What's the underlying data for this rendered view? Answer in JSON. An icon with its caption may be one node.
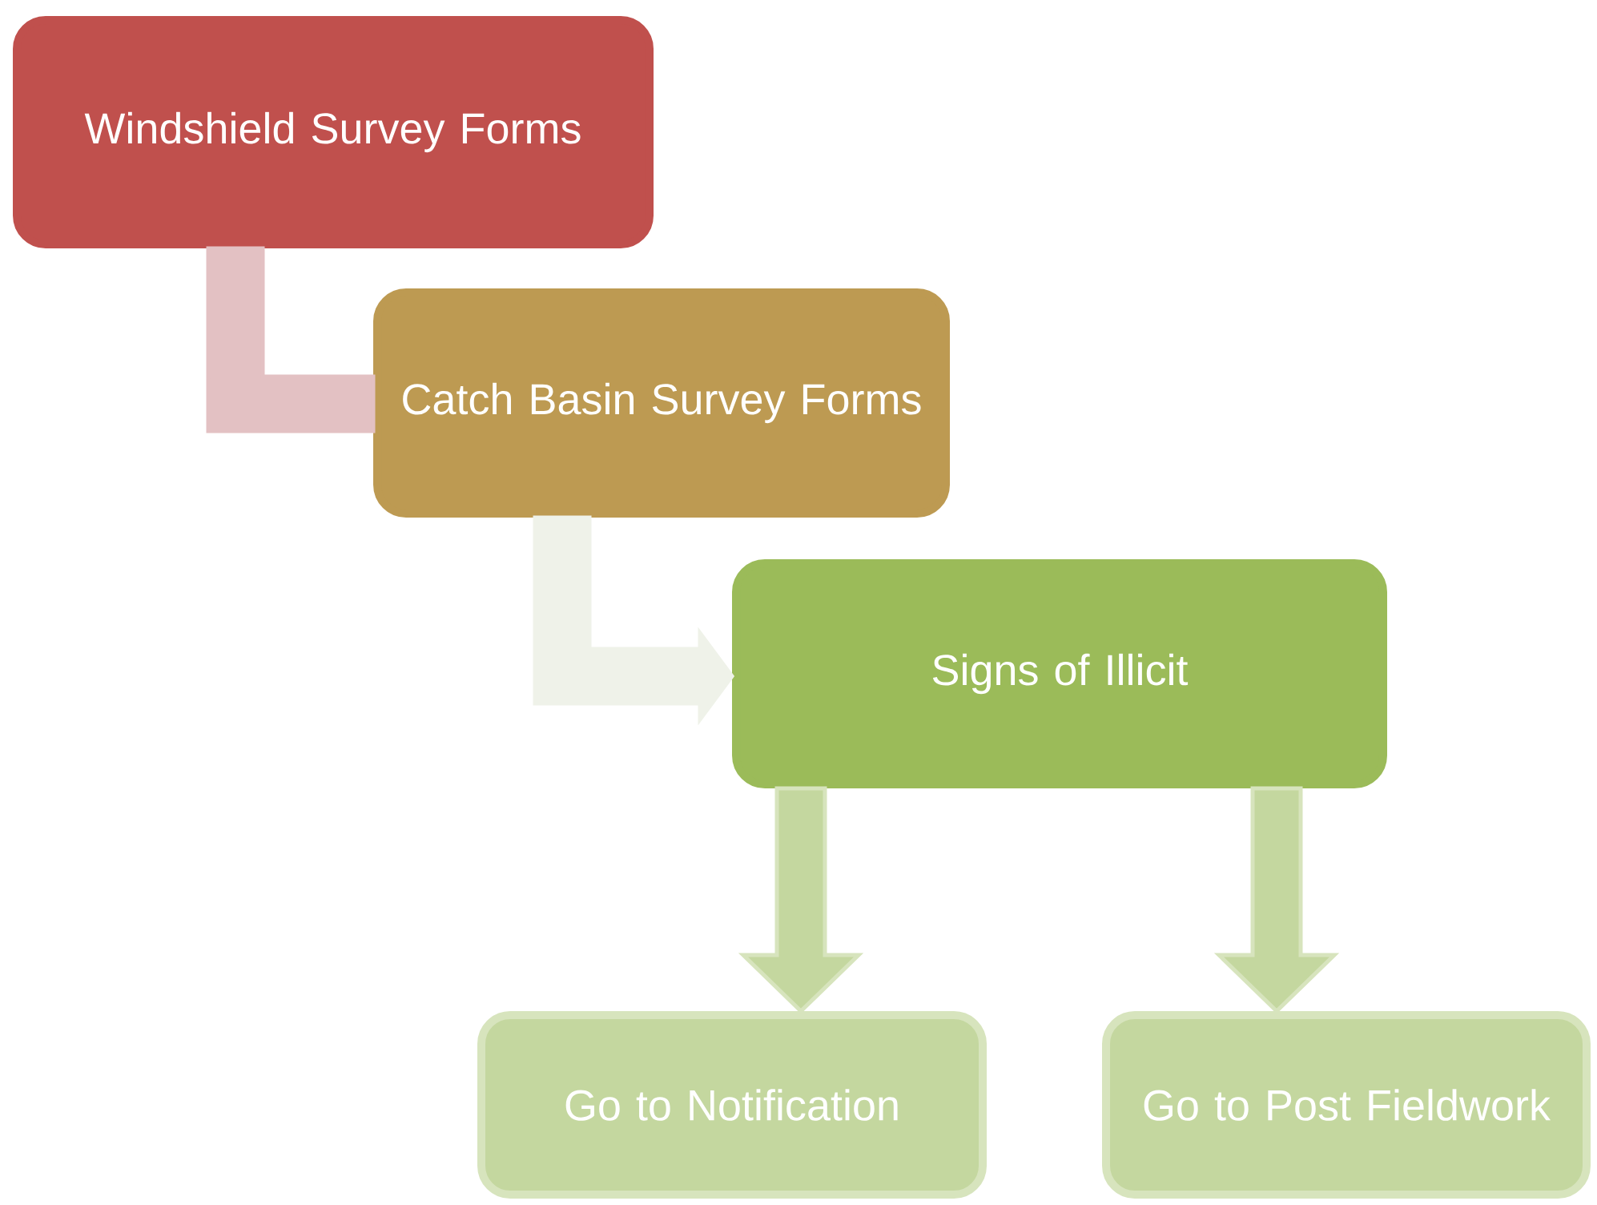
{
  "diagram": {
    "nodes": [
      {
        "text": [
          "Windshield Survey Forms"
        ]
      },
      {
        "text": [
          "Catch Basin Survey Forms"
        ]
      },
      {
        "text": [
          "Signs of Illicit"
        ]
      },
      {
        "text": [
          "Go to Notification"
        ]
      },
      {
        "text": [
          "Go to Post Fieldwork"
        ]
      }
    ],
    "edges": [
      {
        "from": 0,
        "to": 1,
        "arrow": "none",
        "color": "#e3c1c3"
      },
      {
        "from": 1,
        "to": 2,
        "arrow": "to",
        "color": "#eff2e9"
      },
      {
        "from": 2,
        "to": 3,
        "arrow": "to"
      },
      {
        "from": 2,
        "to": 4,
        "arrow": "to"
      }
    ]
  }
}
